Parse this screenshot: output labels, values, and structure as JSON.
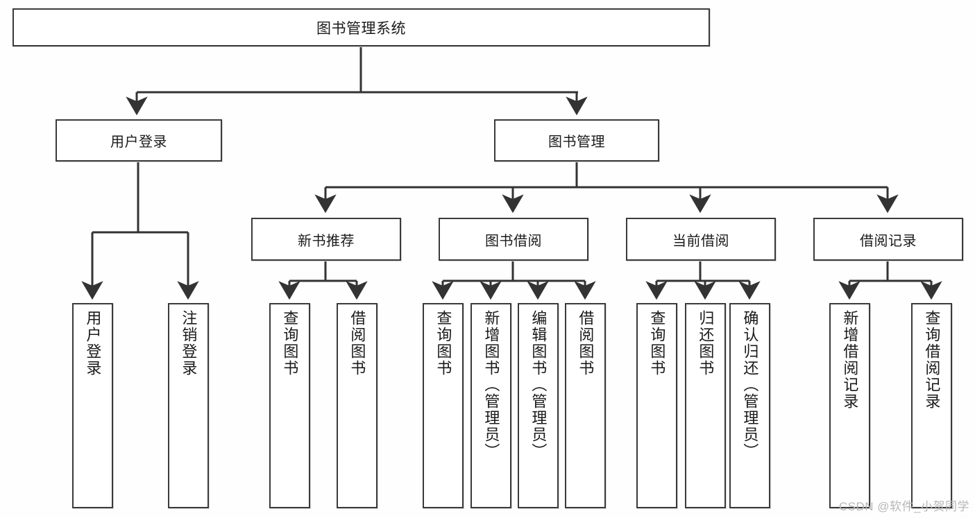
{
  "diagram": {
    "title": "图书管理系统",
    "type": "tree-hierarchy",
    "watermark": "CSDN @软件_小贺同学",
    "colors": {
      "background": "#fefefe",
      "box_border": "#3a3a3a",
      "box_fill": "#ffffff",
      "edge": "#333333",
      "text": "#1a1a1a",
      "watermark": "#b7b7b7"
    },
    "root": {
      "label": "图书管理系统"
    },
    "level1": [
      {
        "label": "用户登录"
      },
      {
        "label": "图书管理"
      }
    ],
    "level2": [
      {
        "label": "新书推荐"
      },
      {
        "label": "图书借阅"
      },
      {
        "label": "当前借阅"
      },
      {
        "label": "借阅记录"
      }
    ],
    "leaves": {
      "user_login": [
        {
          "label": "用户登录"
        },
        {
          "label": "注销登录"
        }
      ],
      "new_book_recommend": [
        {
          "label": "查询图书"
        },
        {
          "label": "借阅图书"
        }
      ],
      "book_borrow": [
        {
          "label": "查询图书"
        },
        {
          "label": "新增图书（管理员）"
        },
        {
          "label": "编辑图书（管理员）"
        },
        {
          "label": "借阅图书"
        }
      ],
      "current_borrow": [
        {
          "label": "查询图书"
        },
        {
          "label": "归还图书"
        },
        {
          "label": "确认归还（管理员）"
        }
      ],
      "borrow_record": [
        {
          "label": "新增借阅记录"
        },
        {
          "label": "查询借阅记录"
        }
      ]
    }
  }
}
